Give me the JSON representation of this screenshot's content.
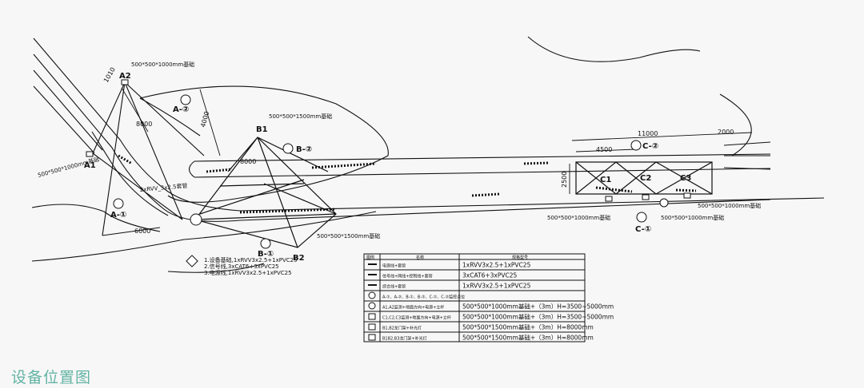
{
  "caption": "设备位置图",
  "devices": {
    "A1": "A1",
    "A2": "A2",
    "B1": "B1",
    "B2": "B2",
    "C1": "C1",
    "C2": "C2",
    "C3": "C3",
    "A_1": "A-①",
    "A_2": "A-②",
    "B_1": "B-①",
    "B_2": "B-②",
    "C_1": "C-①",
    "C_2": "C-②"
  },
  "dimensions": {
    "d1": "8000",
    "d2": "6000",
    "d3": "4000",
    "d4": "8000",
    "d5": "11000",
    "d6": "4500",
    "d7": "2000",
    "d8": "2500",
    "d9": "1010"
  },
  "notes": {
    "a2_top": "500*500*1000mm基础",
    "a1_left": "500*500*1000mm基础",
    "b1_top": "500*500*1500mm基础",
    "b2_right": "500*500*1500mm基础",
    "c_left": "500*500*1000mm基础",
    "c_mid": "500*500*1000mm基础",
    "c_right": "500*500*1000mm基础",
    "pipe": "2xRVV_3x2.5套管",
    "legend_note1": "1.设备基础,1xRVV3x2.5+1xPVC25",
    "legend_note2": "2.信号线,3xCAT6+3xPVC25",
    "legend_note3": "3.电源线,1xRVV3x2.5+1xPVC25"
  },
  "legend": {
    "head": [
      "图例",
      "名称",
      "规格型号"
    ],
    "rows": [
      [
        "电源线+套管",
        "1xRVV3x2.5+1xPVC25"
      ],
      [
        "信号线+网线+控制线+套管",
        "3xCAT6+3xPVC25"
      ],
      [
        "综合线+套管",
        "1xRVV3x2.5+1xPVC25"
      ],
      [
        "A-①、A-②、B-①、B-②、C-①、C-②监控点位",
        ""
      ],
      [
        "A1,A2监测+地面方向+电源+立杆",
        "500*500*1000mm基础+（3m）H=3500~5000mm"
      ],
      [
        "C1,C2,C3监测+地面方向+电源+立杆",
        "500*500*1000mm基础+（3m）H=3500~5000mm"
      ],
      [
        "B1,B2龙门架+补光灯",
        "500*500*1500mm基础+（3m）H=8000mm"
      ],
      [
        "B1B2,B3龙门架+补光灯",
        "500*500*1500mm基础+（3m）H=8000mm"
      ]
    ]
  }
}
